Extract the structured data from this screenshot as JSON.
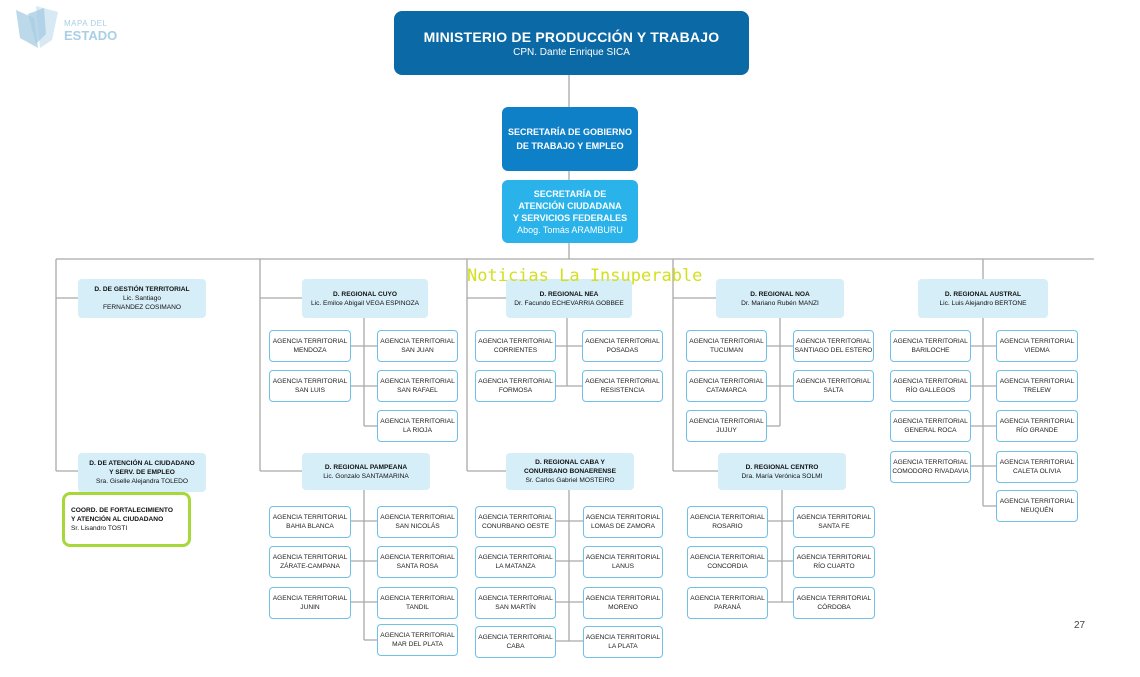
{
  "logo": {
    "line1": "MAPA DEL",
    "line2": "ESTADO"
  },
  "watermark": "Noticias La Insuperable",
  "page_number": "27",
  "ministry": {
    "title": "MINISTERIO DE PRODUCCIÓN Y TRABAJO",
    "head": "CPN. Dante Enrique SICA"
  },
  "secretaria_gobierno": {
    "line1": "SECRETARÍA DE GOBIERNO",
    "line2": "DE TRABAJO Y EMPLEO"
  },
  "secretaria_atencion": {
    "line1": "SECRETARÍA DE",
    "line2": "ATENCIÓN CIUDADANA",
    "line3": "Y SERVICIOS FEDERALES",
    "head": "Abog. Tomás ARAMBURU"
  },
  "gestion": {
    "title": "D. DE GESTIÓN TERRITORIAL",
    "head1": "Lic. Santiago",
    "head2": "FERNANDEZ COSIMANO"
  },
  "atencion": {
    "title1": "D. DE ATENCIÓN AL CIUDADANO",
    "title2": "Y SERV. DE EMPLEO",
    "head": "Sra. Giselle Alejandra TOLEDO"
  },
  "coordinacion": {
    "title1": "COORD. DE FORTALECIMIENTO",
    "title2": "Y ATENCIÓN AL CIUDADANO",
    "head": "Sr. Lisandro TOSTI"
  },
  "regionales": {
    "cuyo": {
      "title": "D. REGIONAL CUYO",
      "head": "Lic. Emilce Abigail VEGA ESPINOZA"
    },
    "nea": {
      "title": "D. REGIONAL NEA",
      "head": "Dr. Facundo ECHEVARRIA GOBBEE"
    },
    "noa": {
      "title": "D. REGIONAL NOA",
      "head": "Dr. Mariano Rubén MANZI"
    },
    "austral": {
      "title": "D. REGIONAL AUSTRAL",
      "head": "Lic. Luis Alejandro BERTONE"
    },
    "pampeana": {
      "title": "D. REGIONAL PAMPEANA",
      "head": "Lic. Gonzalo SANTAMARINA"
    },
    "caba": {
      "title1": "D. REGIONAL CABA Y",
      "title2": "CONURBANO BONAERENSE",
      "head": "Sr. Carlos Gabriel MOSTEIRO"
    },
    "centro": {
      "title": "D. REGIONAL CENTRO",
      "head": "Dra. María Verónica SOLMI"
    }
  },
  "agencias": {
    "cuyo": [
      [
        "AGENCIA TERRITORIAL",
        "MENDOZA"
      ],
      [
        "AGENCIA TERRITORIAL",
        "SAN JUAN"
      ],
      [
        "AGENCIA TERRITORIAL",
        "SAN LUIS"
      ],
      [
        "AGENCIA TERRITORIAL",
        "SAN RAFAEL"
      ],
      [
        "AGENCIA TERRITORIAL",
        "LA RIOJA"
      ]
    ],
    "nea": [
      [
        "AGENCIA TERRITORIAL",
        "CORRIENTES"
      ],
      [
        "AGENCIA TERRITORIAL",
        "POSADAS"
      ],
      [
        "AGENCIA TERRITORIAL",
        "FORMOSA"
      ],
      [
        "AGENCIA TERRITORIAL",
        "RESISTENCIA"
      ]
    ],
    "noa": [
      [
        "AGENCIA TERRITORIAL",
        "TUCUMAN"
      ],
      [
        "AGENCIA TERRITORIAL",
        "SANTIAGO DEL ESTERO"
      ],
      [
        "AGENCIA TERRITORIAL",
        "CATAMARCA"
      ],
      [
        "AGENCIA TERRITORIAL",
        "SALTA"
      ],
      [
        "AGENCIA TERRITORIAL",
        "JUJUY"
      ]
    ],
    "austral": [
      [
        "AGENCIA TERRITORIAL",
        "BARILOCHE"
      ],
      [
        "AGENCIA TERRITORIAL",
        "VIEDMA"
      ],
      [
        "AGENCIA TERRITORIAL",
        "RÍO GALLEGOS"
      ],
      [
        "AGENCIA TERRITORIAL",
        "TRELEW"
      ],
      [
        "AGENCIA TERRITORIAL",
        "GENERAL ROCA"
      ],
      [
        "AGENCIA TERRITORIAL",
        "RÍO GRANDE"
      ],
      [
        "AGENCIA TERRITORIAL",
        "COMODORO RIVADAVIA"
      ],
      [
        "AGENCIA TERRITORIAL",
        "CALETA OLIVIA"
      ],
      [
        "AGENCIA TERRITORIAL",
        "NEUQUÉN"
      ]
    ],
    "pampeana": [
      [
        "AGENCIA TERRITORIAL",
        "BAHIA BLANCA"
      ],
      [
        "AGENCIA TERRITORIAL",
        "SAN NICOLÁS"
      ],
      [
        "AGENCIA TERRITORIAL",
        "ZÁRATE-CAMPANA"
      ],
      [
        "AGENCIA TERRITORIAL",
        "SANTA ROSA"
      ],
      [
        "AGENCIA TERRITORIAL",
        "JUNIN"
      ],
      [
        "AGENCIA TERRITORIAL",
        "TANDIL"
      ],
      [
        "AGENCIA TERRITORIAL",
        "MAR DEL PLATA"
      ]
    ],
    "caba": [
      [
        "AGENCIA TERRITORIAL",
        "CONURBANO OESTE"
      ],
      [
        "AGENCIA TERRITORIAL",
        "LOMAS DE ZAMORA"
      ],
      [
        "AGENCIA TERRITORIAL",
        "LA MATANZA"
      ],
      [
        "AGENCIA TERRITORIAL",
        "LANUS"
      ],
      [
        "AGENCIA TERRITORIAL",
        "SAN MARTÍN"
      ],
      [
        "AGENCIA TERRITORIAL",
        "MORENO"
      ],
      [
        "AGENCIA TERRITORIAL",
        "CABA"
      ],
      [
        "AGENCIA TERRITORIAL",
        "LA PLATA"
      ]
    ],
    "centro": [
      [
        "AGENCIA TERRITORIAL",
        "ROSARIO"
      ],
      [
        "AGENCIA TERRITORIAL",
        "SANTA FE"
      ],
      [
        "AGENCIA TERRITORIAL",
        "CONCORDIA"
      ],
      [
        "AGENCIA TERRITORIAL",
        "RÍO CUARTO"
      ],
      [
        "AGENCIA TERRITORIAL",
        "PARANÁ"
      ],
      [
        "AGENCIA TERRITORIAL",
        "CÓRDOBA"
      ]
    ]
  }
}
